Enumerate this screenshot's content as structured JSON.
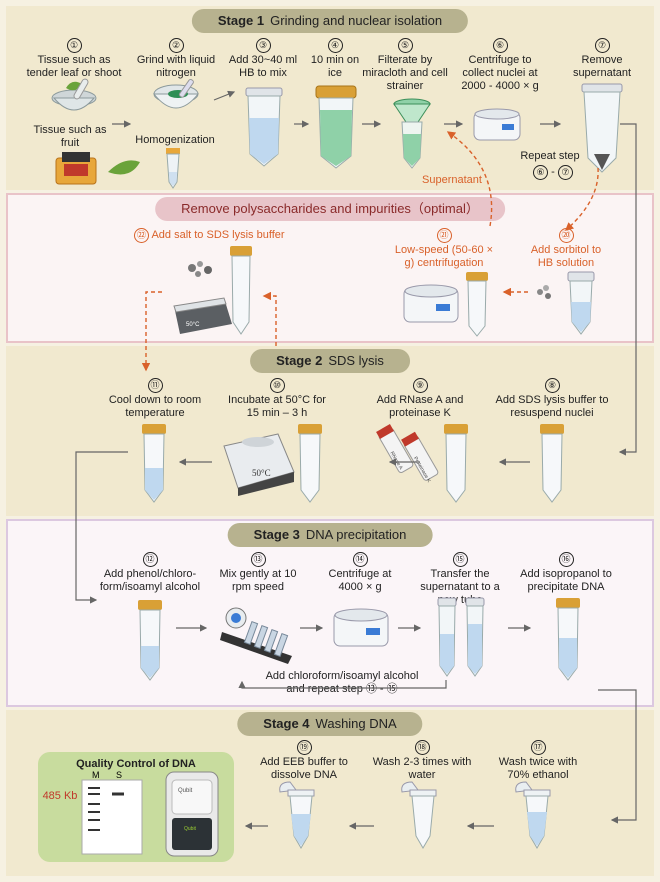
{
  "stages": {
    "s1": {
      "label": "Stage 1",
      "title": "Grinding and nuclear isolation"
    },
    "opt": {
      "title": "Remove polysaccharides and impurities（optimal）"
    },
    "s2": {
      "label": "Stage 2",
      "title": "SDS lysis"
    },
    "s3": {
      "label": "Stage 3",
      "title": "DNA precipitation"
    },
    "s4": {
      "label": "Stage 4",
      "title": "Washing DNA"
    }
  },
  "steps": {
    "n1": "①",
    "t1": "Tissue such as tender leaf or shoot",
    "t1b": "Tissue such as fruit",
    "n2": "②",
    "t2": "Grind with liquid nitrogen",
    "t2b": "Homogenization",
    "n3": "③",
    "t3": "Add 30~40 ml HB to mix",
    "n4": "④",
    "t4": "10 min on ice",
    "n5": "⑤",
    "t5": "Filterate by miracloth and cell strainer",
    "n6": "⑥",
    "t6": "Centrifuge to collect nuclei at 2000 - 4000 × g",
    "n7": "⑦",
    "t7": "Remove supernatant",
    "repeat": "Repeat step",
    "r6": "⑥",
    "rdash": "-",
    "r7": "⑦",
    "supernatant": "Supernatant",
    "n22": "㉒",
    "t22": "Add salt to SDS lysis buffer",
    "n21": "㉑",
    "t21": "Low-speed (50-60 × g) centrifugation",
    "n20": "⑳",
    "t20": "Add sorbitol to HB solution",
    "n11": "⑪",
    "t11": "Cool down to room temperature",
    "n10": "⑩",
    "t10": "Incubate at 50°C for 15 min – 3 h",
    "n9": "⑨",
    "t9": "Add RNase A and proteinase K",
    "n8": "⑧",
    "t8": "Add SDS lysis buffer to resuspend nuclei",
    "n12": "⑫",
    "t12": "Add phenol/chloro-form/isoamyl alcohol",
    "n13": "⑬",
    "t13": "Mix gently at 10 rpm speed",
    "n14": "⑭",
    "t14": "Centrifuge at 4000 × g",
    "n15": "⑮",
    "t15": "Transfer the supernatant to a new tube",
    "n16": "⑯",
    "t16": "Add isopropanol to precipitate DNA",
    "t1315": "Add chloroform/isoamyl alcohol and repeat step ⑬ - ⑮",
    "n19": "⑲",
    "t19": "Add EEB buffer to dissolve DNA",
    "n18": "⑱",
    "t18": "Wash 2-3 times with water",
    "n17": "⑰",
    "t17": "Wash twice with 70% ethanol"
  },
  "equipment": {
    "heater_label": "50°C",
    "heater_label_small": "50°C",
    "rnase_label": "RNase A",
    "pk_label": "Proteinase K"
  },
  "qc": {
    "title": "Quality Control of DNA",
    "lane_m": "M",
    "lane_s": "S",
    "marker": "485 Kb",
    "device_brand": "Qubit"
  },
  "colors": {
    "stage_banner": "#b7b28f",
    "optional_banner": "#e8c4c9",
    "accent_orange": "#d9612a",
    "qc_bg": "#c8dc9e"
  }
}
